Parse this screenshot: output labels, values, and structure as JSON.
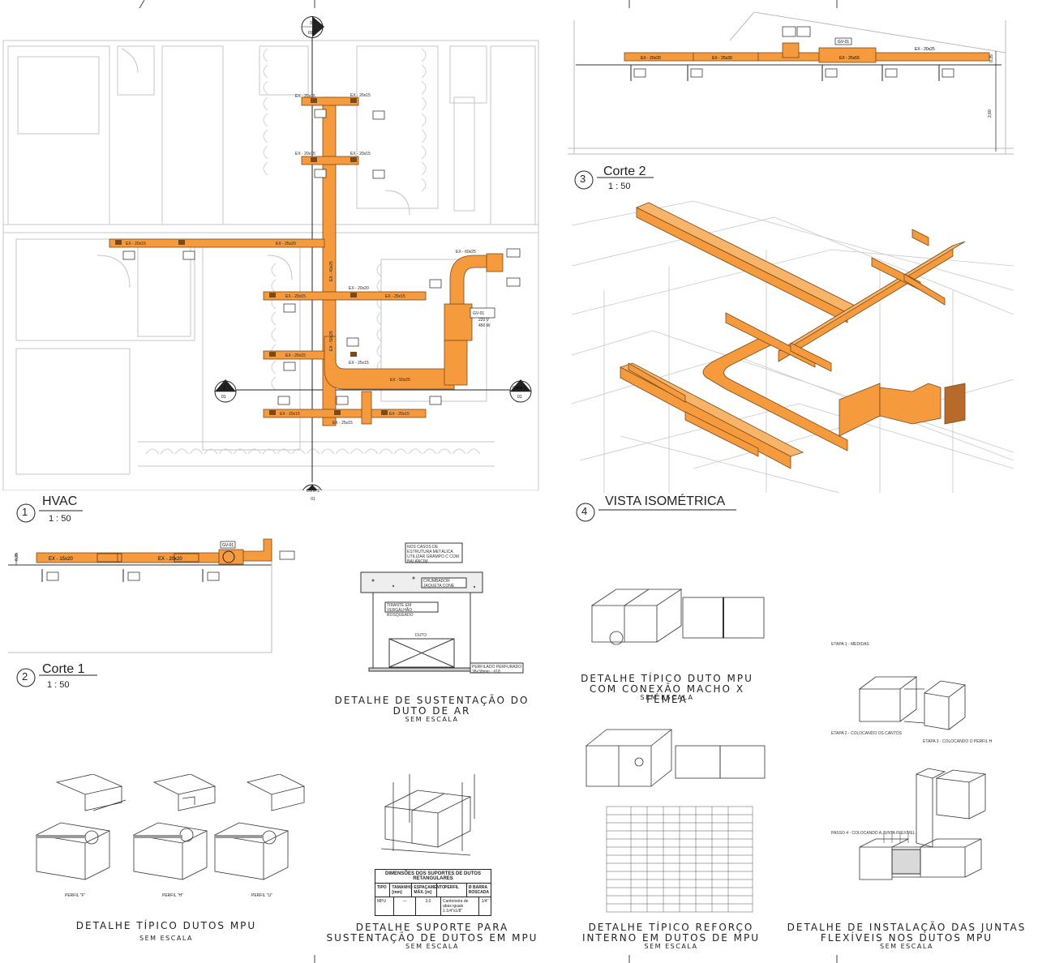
{
  "view1": {
    "number": "1",
    "title": "HVAC",
    "scale": "1 : 50"
  },
  "view2": {
    "number": "2",
    "title": "Corte 1",
    "scale": "1 : 50"
  },
  "view3": {
    "number": "3",
    "title": "Corte 2",
    "scale": "1 : 50"
  },
  "view4": {
    "number": "4",
    "title": "VISTA ISOMÉTRICA"
  },
  "section_markers": {
    "top": {
      "num": "3",
      "sheet": "01"
    },
    "left": {
      "num": "2",
      "sheet": "01"
    },
    "right": {
      "num": "Corte 1",
      "sheet": "01"
    },
    "bottom": {
      "num": "Corte 2",
      "sheet": "01"
    }
  },
  "plan_labels": {
    "ex_20x15_a": "EX - 20x15",
    "ex_20x15_b": "EX - 20x15",
    "ex_20x15_c": "EX - 20x15",
    "ex_20x15_d": "EX - 20x15",
    "ex_20x15_left": "EX - 20x15",
    "ex_25x20_main": "EX - 25x20",
    "ex_20x20": "EX - 20x20",
    "ex_20x15_e": "EX - 20x15",
    "ex_25x15": "EX - 25x15",
    "ex_40x25": "EX - 40x25",
    "ex_60x25": "EX - 60x25",
    "ex_50x25_v": "EX - 50x25",
    "ex_50x25_a": "EX - 50x25",
    "ex_25x15_c": "EX - 25x15",
    "ex_20x15_f": "EX - 20x15",
    "ex_20x15_g": "EX - 20x15",
    "ex_25x15_b": "EX - 25x15",
    "ex_20x15_h": "EX - 20x15",
    "gv": "GV-01",
    "gv_voltage": "220 V",
    "gv_power": "450 W"
  },
  "corte1_labels": {
    "ex_15x20": "EX - 15x20",
    "ex_20x20": "EX - 20x20",
    "gv": "GV-01",
    "height": "0,35"
  },
  "corte2_labels": {
    "ex_20x20": "EX - 20x20",
    "ex_25x30": "EX - 25x30",
    "ex_25x55": "EX - 25x55",
    "ex_20x25": "EX - 20x25",
    "gv": "GV-01",
    "h1": "0,35",
    "h2": "2,60"
  },
  "details": {
    "sustentacao": {
      "title": "DETALHE DE SUSTENTAÇÃO DO DUTO DE AR",
      "sub": "SEM ESCALA",
      "note1": "NOS CASOS DE ESTRUTURA METÁLICA UTILIZAR GRAMPO C COM BALANCIM",
      "note2": "CHUMBADOR JAQUETA CONE",
      "note3": "TIRANTE EM VERGALHÃO ROSQUEADO",
      "note4": "DUTO",
      "note5": "PERFILADO PERFURADO 38x38mm - #18"
    },
    "mpu_macho_femea": {
      "title": "DETALHE TÍPICO DUTO MPU COM CONEXÃO MACHO X FÊMEA",
      "sub": "SEM ESCALA"
    },
    "dutos_mpu": {
      "title": "DETALHE TÍPICO DUTOS MPU",
      "sub": "SEM ESCALA",
      "perfil_f": "PERFIL \"F\"",
      "perfil_h": "PERFIL \"H\"",
      "perfil_u": "PERFIL \"U\""
    },
    "suporte": {
      "title": "DETALHE SUPORTE PARA SUSTENTAÇÃO DE DUTOS EM MPU",
      "sub": "SEM ESCALA",
      "table_title": "DIMENSÕES DOS SUPORTES DE DUTOS RETANGULARES",
      "col_tipo": "TIPO",
      "col_tamanho": "TAMANHO [mm]",
      "col_espacamento": "ESPAÇAMENTO MÁX. [m]",
      "col_perfil": "PERFIL",
      "col_barra": "Ø BARRA ROSCADA",
      "row_tipo": "MPU",
      "row_tamanho": "—",
      "row_espacamento": "3,0",
      "row_perfil": "Cantoneira de abas iguais 1.1/4\"x1/8\"",
      "row_barra": "1/4\""
    },
    "reforco": {
      "title": "DETALHE TÍPICO REFORÇO INTERNO EM DUTOS DE MPU",
      "sub": "SEM ESCALA"
    },
    "juntas": {
      "title": "DETALHE DE INSTALAÇÃO DAS JUNTAS FLEXÍVEIS NOS DUTOS MPU",
      "sub": "SEM ESCALA",
      "etapa1": "ETAPA 1 - MEDIDAS",
      "etapa2": "ETAPA 2 - COLOCANDO OS CANTOS",
      "etapa3": "ETAPA 3 - COLOCANDO O PERFIL H",
      "etapa4": "PASSO 4 - COLOCANDO A JUNTA FLEXÍVEL"
    }
  },
  "colors": {
    "duct": "#f59a3d",
    "duct_stroke": "#7a4a1a",
    "line": "#bdbdbd",
    "dark": "#222222"
  }
}
